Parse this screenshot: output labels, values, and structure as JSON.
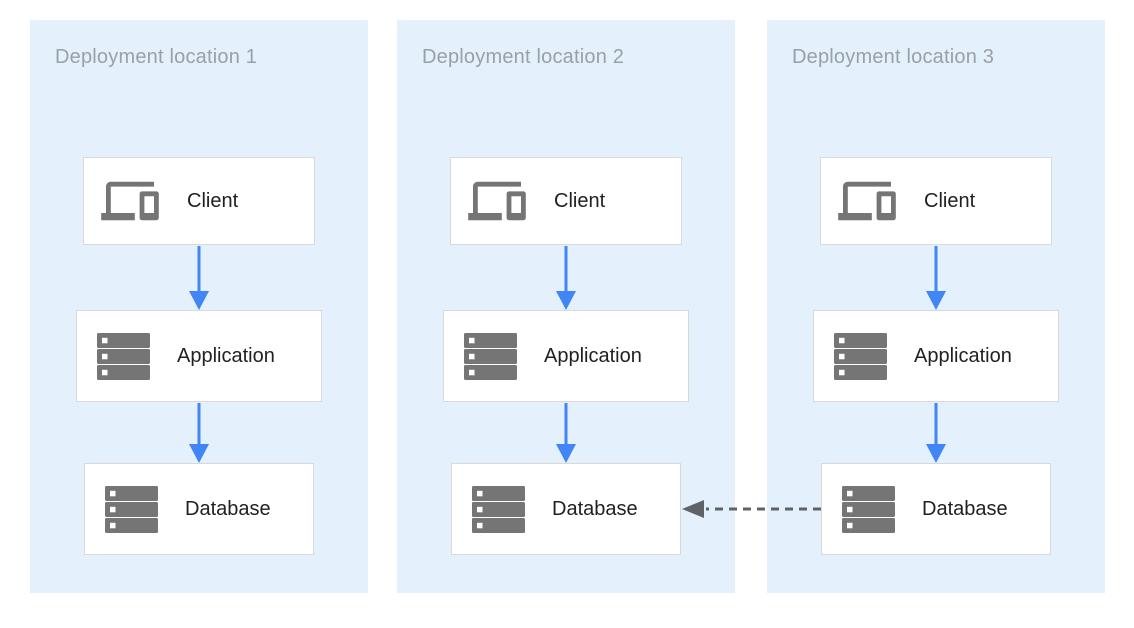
{
  "diagram": {
    "panels": [
      {
        "title": "Deployment location 1",
        "nodes": [
          {
            "id": "client",
            "label": "Client",
            "icon": "devices-icon"
          },
          {
            "id": "application",
            "label": "Application",
            "icon": "server-stack-icon"
          },
          {
            "id": "database",
            "label": "Database",
            "icon": "server-stack-icon"
          }
        ]
      },
      {
        "title": "Deployment location 2",
        "nodes": [
          {
            "id": "client",
            "label": "Client",
            "icon": "devices-icon"
          },
          {
            "id": "application",
            "label": "Application",
            "icon": "server-stack-icon"
          },
          {
            "id": "database",
            "label": "Database",
            "icon": "server-stack-icon"
          }
        ]
      },
      {
        "title": "Deployment location 3",
        "nodes": [
          {
            "id": "client",
            "label": "Client",
            "icon": "devices-icon"
          },
          {
            "id": "application",
            "label": "Application",
            "icon": "server-stack-icon"
          },
          {
            "id": "database",
            "label": "Database",
            "icon": "server-stack-icon"
          }
        ]
      }
    ],
    "edges": [
      {
        "from": "location-1-client",
        "to": "location-1-application",
        "style": "solid"
      },
      {
        "from": "location-1-application",
        "to": "location-1-database",
        "style": "solid"
      },
      {
        "from": "location-2-client",
        "to": "location-2-application",
        "style": "solid"
      },
      {
        "from": "location-2-application",
        "to": "location-2-database",
        "style": "solid"
      },
      {
        "from": "location-3-client",
        "to": "location-3-application",
        "style": "solid"
      },
      {
        "from": "location-3-application",
        "to": "location-3-database",
        "style": "solid"
      },
      {
        "from": "location-3-database",
        "to": "location-2-database",
        "style": "dashed"
      }
    ],
    "colors": {
      "panel_background": "#e4f0fb",
      "panel_title": "#9aa0a6",
      "node_background": "#ffffff",
      "node_border": "#d9d9d9",
      "node_label": "#212121",
      "icon": "#757575",
      "solid_arrow": "#4285f4",
      "dashed_arrow": "#5f6368"
    }
  }
}
